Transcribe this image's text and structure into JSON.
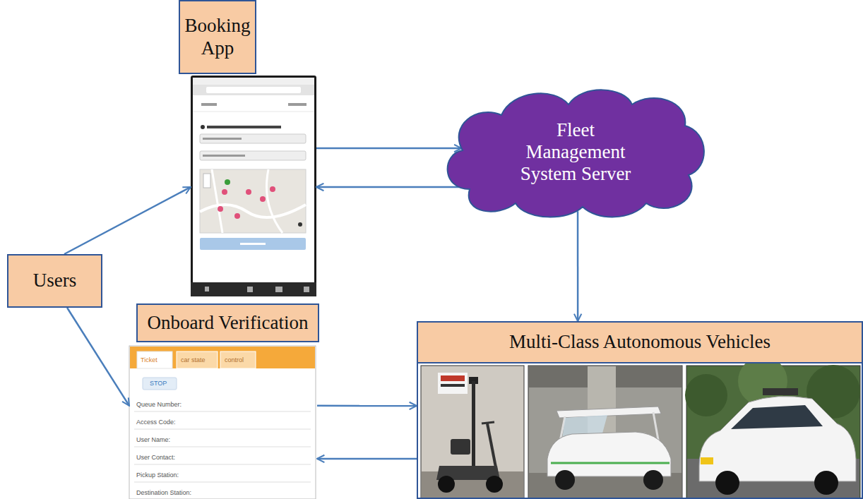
{
  "diagram": {
    "nodes": [
      {
        "text": [
          "Booking App"
        ]
      },
      {
        "text": [
          "Fleet Management System Server"
        ]
      },
      {
        "text": [
          "Users"
        ]
      },
      {
        "text": [
          "Onboard Verification"
        ]
      },
      {
        "text": [
          "Multi-Class Autonomous Vehicles"
        ]
      }
    ],
    "edges": [
      {
        "from": 2,
        "to": 0,
        "arrow": "to"
      },
      {
        "from": 2,
        "to": 3,
        "arrow": "to"
      },
      {
        "from": 0,
        "to": 1,
        "arrow": "to"
      },
      {
        "from": 1,
        "to": 0,
        "arrow": "to"
      },
      {
        "from": 1,
        "to": 4,
        "arrow": "to"
      },
      {
        "from": 3,
        "to": 4,
        "arrow": "to"
      },
      {
        "from": 4,
        "to": 3,
        "arrow": "to"
      }
    ],
    "labels": [
      "Ticket",
      "car state",
      "control",
      "STOP",
      "Queue Number:",
      "Access Code:",
      "User Name:",
      "User Contact:",
      "Pickup Station:",
      "Destination Station:"
    ]
  }
}
